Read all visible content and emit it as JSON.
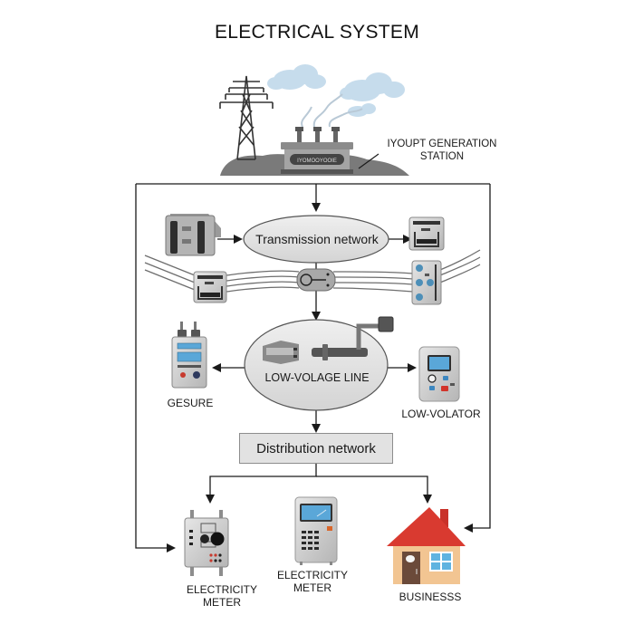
{
  "title": "ELECTRICAL SYSTEM",
  "generation": {
    "label_line1": "IYOUPT GENERATION",
    "label_line2": "STATION",
    "plate_text": "IYOMOOYOOIE"
  },
  "nodes": {
    "transmission": "Transmission network",
    "low_voltage": "LOW-VOLAGE LINE",
    "distribution": "Distribution network"
  },
  "devices": {
    "left_device_label": "GESURE",
    "right_device_label": "LOW-VOLATOR",
    "meter1_line1": "ELECTRICITY",
    "meter1_line2": "METER",
    "meter2_line1": "ELECTRICITY",
    "meter2_line2": "METER",
    "house_label": "BUSINESSS"
  },
  "colors": {
    "line": "#1a1a1a",
    "node_fill": "#e3e3e3",
    "device_grey": "#c9c9c9",
    "screen_blue": "#5aa7d8",
    "roof_red": "#d93a30",
    "wall_tan": "#f2c592",
    "door_brown": "#6b4a3a",
    "cloud_blue": "#c6dcec",
    "ground_grey": "#7a7a7a"
  }
}
